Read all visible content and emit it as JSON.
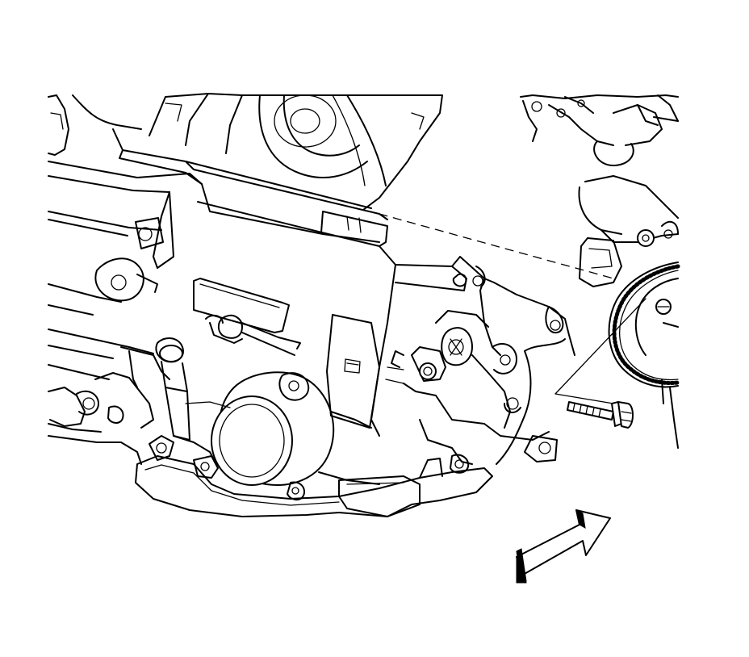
{
  "figure": {
    "title": "",
    "line_color": "#000000",
    "background_color": "#ffffff",
    "components": [
      {
        "id": "transmission-assembly",
        "icon": "transmission-housing-illustration"
      },
      {
        "id": "engine-flywheel",
        "icon": "flexplate-ring-gear-illustration"
      },
      {
        "id": "mounting-bolt",
        "icon": "hex-bolt-icon"
      },
      {
        "id": "alignment-dashed-line",
        "icon": "dashed-leader-line"
      },
      {
        "id": "bolt-leader-line",
        "icon": "leader-line"
      },
      {
        "id": "direction-arrow",
        "icon": "block-arrow-icon"
      }
    ]
  }
}
